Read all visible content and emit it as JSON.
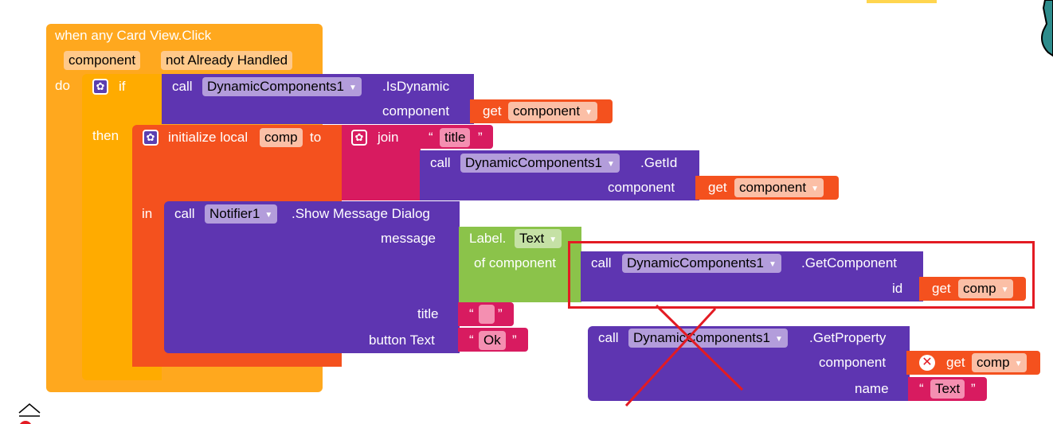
{
  "event": {
    "title": "when any Card View.Click",
    "param1": "component",
    "param2": "not Already Handled",
    "do_label": "do"
  },
  "if_block": {
    "if_label": "if",
    "then_label": "then"
  },
  "is_dynamic": {
    "call": "call",
    "component_dropdown": "DynamicComponents1",
    "method": ".IsDynamic",
    "arg_label": "component",
    "get": "get",
    "get_var": "component"
  },
  "local": {
    "init": "initialize local",
    "var": "comp",
    "to": "to",
    "in": "in"
  },
  "join": {
    "label": "join",
    "text1": "title",
    "quote_open": "“",
    "quote_close": "”"
  },
  "get_id": {
    "call": "call",
    "component_dropdown": "DynamicComponents1",
    "method": ".GetId",
    "arg_label": "component",
    "get": "get",
    "get_var": "component"
  },
  "notifier": {
    "call": "call",
    "component_dropdown": "Notifier1",
    "method": ".Show Message Dialog",
    "message_label": "message",
    "title_label": "title",
    "button_label": "button Text",
    "button_value": "Ok"
  },
  "label_text": {
    "label": "Label.",
    "prop": "Text",
    "of_component": "of component"
  },
  "get_component": {
    "call": "call",
    "component_dropdown": "DynamicComponents1",
    "method": ".GetComponent",
    "arg_label": "id",
    "get": "get",
    "get_var": "comp"
  },
  "get_property": {
    "call": "call",
    "component_dropdown": "DynamicComponents1",
    "method": ".GetProperty",
    "arg1_label": "component",
    "arg2_label": "name",
    "get": "get",
    "get_var": "comp",
    "name_value": "Text"
  },
  "colors": {
    "event": "#FFA81E",
    "control": "#FFAB00",
    "variable": "#F4511E",
    "component": "#5E35B1",
    "text": "#D81B60",
    "label": "#8BC34A",
    "highlight": "#E31B23"
  },
  "icons": {
    "mutator": "gear-icon",
    "error": "error-icon",
    "dropdown": "chevron-down-icon"
  }
}
